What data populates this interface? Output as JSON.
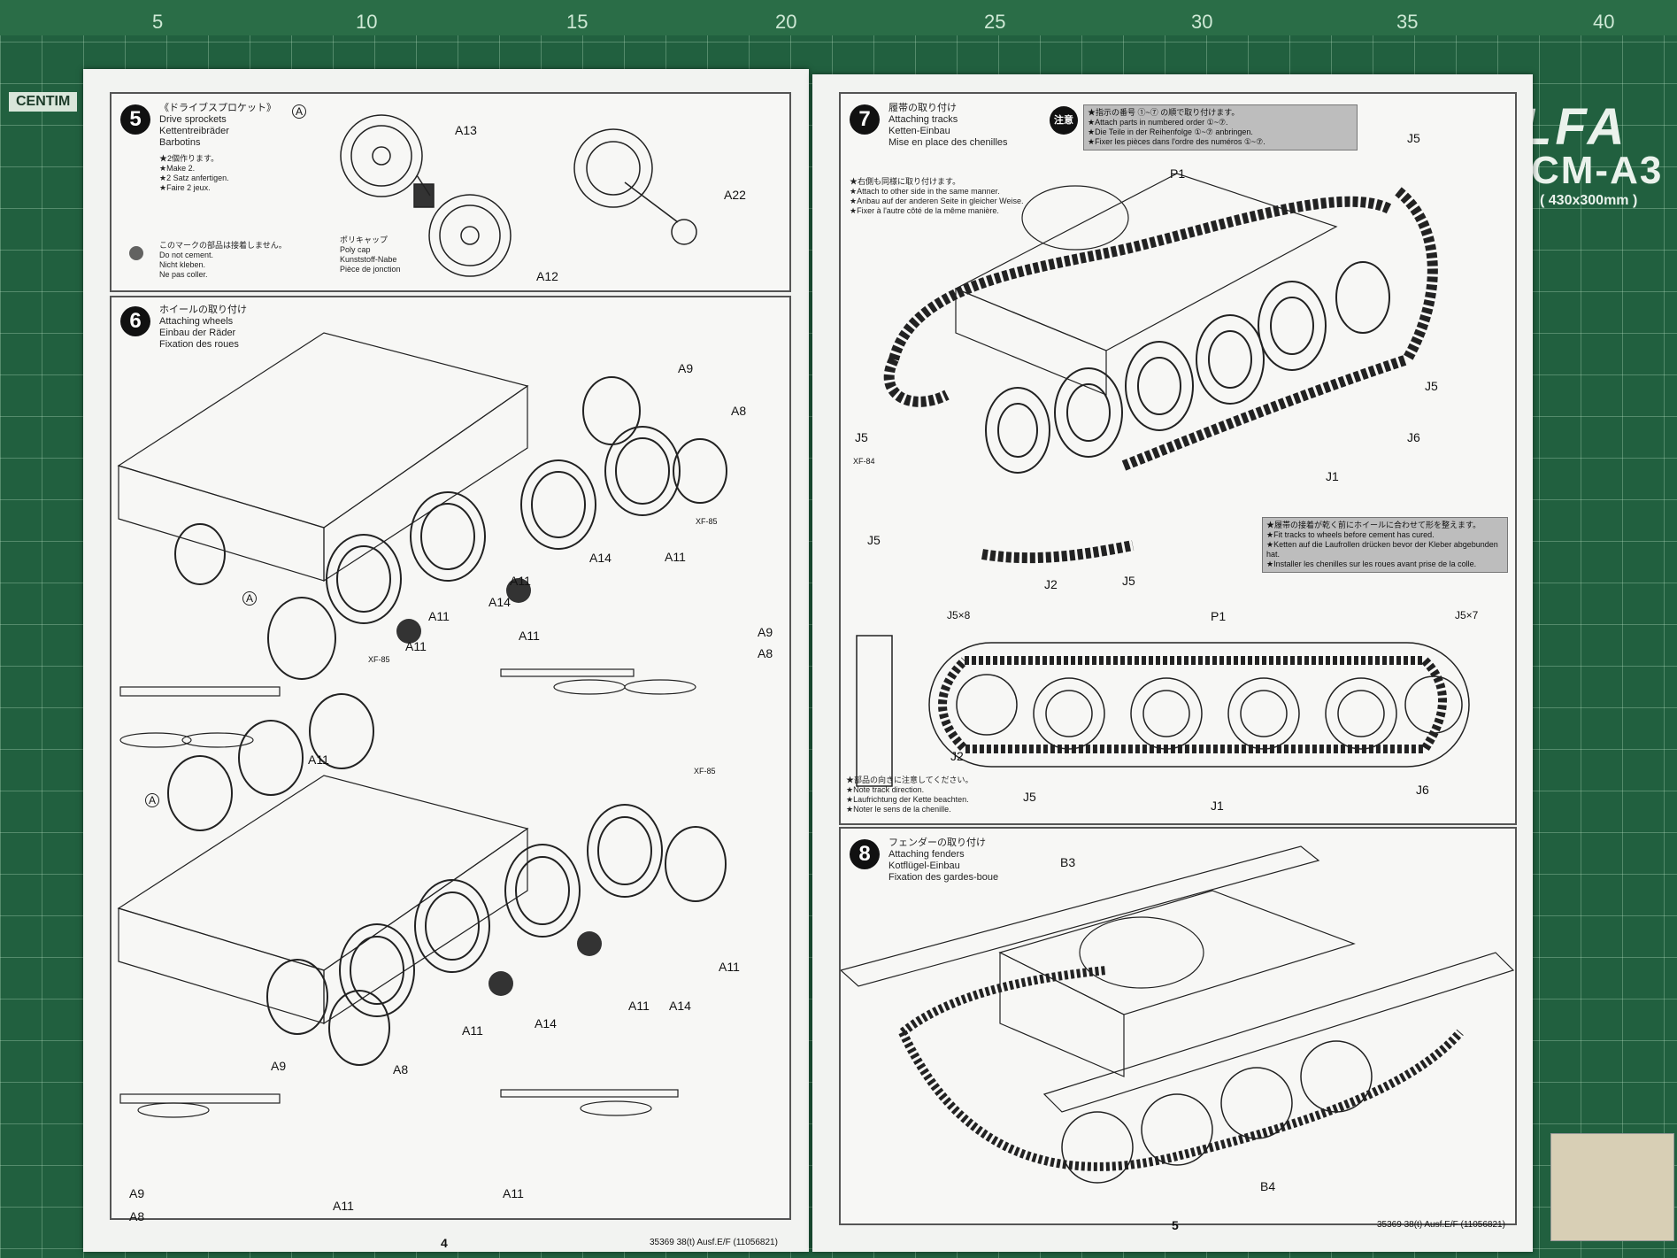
{
  "ruler": {
    "marks": [
      "5",
      "10",
      "15",
      "20",
      "25",
      "30",
      "35",
      "40"
    ]
  },
  "mat": {
    "centim": "CENTIM",
    "brand": "LFA",
    "model": "CM-A3",
    "size": "( 430x300mm )"
  },
  "page_left": {
    "page_number": "4",
    "footer": "35369  38(t) Ausf.E/F (11056821)",
    "step5": {
      "number": "5",
      "title_jp": "《ドライブスプロケット》",
      "title_en": "Drive sprockets",
      "title_de": "Kettentreibräder",
      "title_fr": "Barbotins",
      "note_jp": "★2個作ります。",
      "note_en": "★Make 2.",
      "note_de": "★2 Satz anfertigen.",
      "note_fr": "★Faire 2 jeux.",
      "nocement_jp": "このマークの部品は接着しません。",
      "nocement_en": "Do not cement.",
      "nocement_de": "Nicht kleben.",
      "nocement_fr": "Ne pas coller.",
      "polycap_jp": "ポリキャップ",
      "polycap_en": "Poly cap",
      "polycap_de": "Kunststoff-Nabe",
      "polycap_fr": "Pièce de jonction",
      "parts": [
        "A13",
        "A12",
        "A22"
      ],
      "marker": "A"
    },
    "step6": {
      "number": "6",
      "title_jp": "ホイールの取り付け",
      "title_en": "Attaching wheels",
      "title_de": "Einbau der Räder",
      "title_fr": "Fixation des roues",
      "parts_top": [
        "A9",
        "A8",
        "A11",
        "A14",
        "A11",
        "A11",
        "A14",
        "A11"
      ],
      "paint": "XF-85",
      "side_labels": [
        "A11",
        "A9",
        "A8",
        "A11"
      ],
      "marker": "A",
      "bottom_parts": [
        "XF-85",
        "A11",
        "A14",
        "A11",
        "A14",
        "A11",
        "A9",
        "A8",
        "A11"
      ],
      "side_labels_bottom": [
        "A9",
        "A8",
        "A11",
        "A11"
      ]
    }
  },
  "page_right": {
    "page_number": "5",
    "footer": "35369  38(t) Ausf.E/F (11056821)",
    "step7": {
      "number": "7",
      "title_jp": "履帯の取り付け",
      "title_en": "Attaching tracks",
      "title_de": "Ketten-Einbau",
      "title_fr": "Mise en place des chenilles",
      "caution_badge": "注意",
      "caution_jp": "★指示の番号 ①~⑦ の順で取り付けます。",
      "caution_en": "★Attach parts in numbered order ①~⑦.",
      "caution_de": "★Die Teile in der Reihenfolge ①~⑦ anbringen.",
      "caution_fr": "★Fixer les pièces dans l'ordre des numéros ①~⑦.",
      "other_jp": "★右側も同様に取り付けます。",
      "other_en": "★Attach to other side in the same manner.",
      "other_de": "★Anbau auf der anderen Seite in gleicher Weise.",
      "other_fr": "★Fixer à l'autre côté de la même manière.",
      "labels": [
        "P1",
        "J5",
        "J5",
        "J6",
        "J1",
        "J5",
        "J2",
        "J5",
        "J5",
        "XF-84"
      ],
      "fit_jp": "★履帯の接着が乾く前にホイールに合わせて形を整えます。",
      "fit_en": "★Fit tracks to wheels before cement has cured.",
      "fit_de": "★Ketten auf die Laufrollen drücken bevor der Kleber abgebunden hat.",
      "fit_fr": "★Installer les chenilles sur les roues avant prise de la colle.",
      "direction_jp": "★部品の向きに注意してください。",
      "direction_en": "★Note track direction.",
      "direction_de": "★Laufrichtung der Kette beachten.",
      "direction_fr": "★Noter le sens de la chenille.",
      "side_labels": [
        "J5×8",
        "P1",
        "J5×7",
        "J2",
        "J5",
        "J1",
        "J6"
      ]
    },
    "step8": {
      "number": "8",
      "title_jp": "フェンダーの取り付け",
      "title_en": "Attaching fenders",
      "title_de": "Kotflügel-Einbau",
      "title_fr": "Fixation des gardes-boue",
      "parts": [
        "B3",
        "B4"
      ]
    }
  }
}
